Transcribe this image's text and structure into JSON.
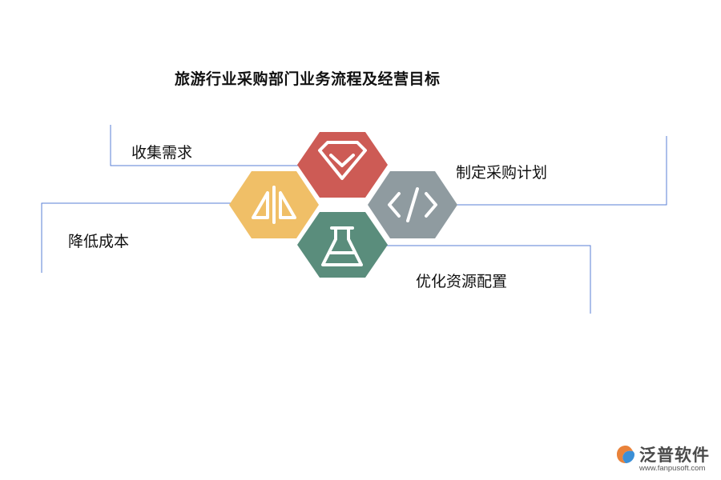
{
  "title": "旅游行业采购部门业务流程及经营目标",
  "nodes": [
    {
      "label": "收集需求",
      "color": "#cd5b55",
      "icon": "diamond-chevron-icon"
    },
    {
      "label": "制定采购计划",
      "color": "#8f9ba0",
      "icon": "code-icon"
    },
    {
      "label": "降低成本",
      "color": "#f0bf67",
      "icon": "split-triangles-icon"
    },
    {
      "label": "优化资源配置",
      "color": "#5a8d7c",
      "icon": "flask-icon"
    }
  ],
  "connector_color": "#5a7fd6",
  "logo": {
    "name": "泛普软件",
    "url": "www.fanpusoft.com"
  }
}
